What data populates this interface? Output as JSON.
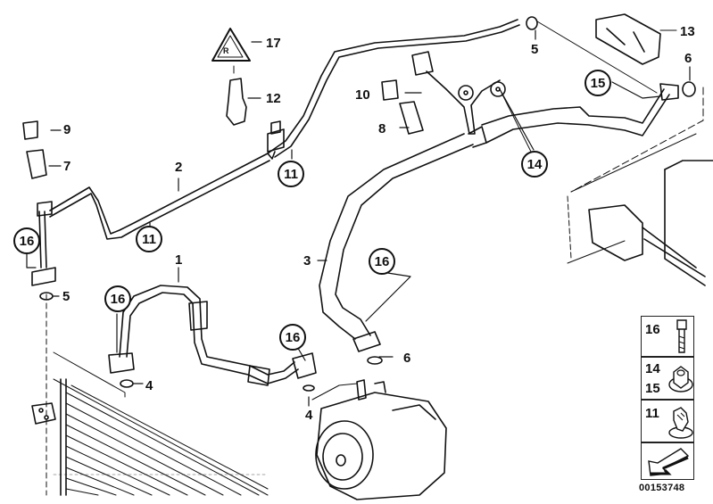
{
  "diagram": {
    "subject": "Refrigerant pipes / A/C lines parts diagram",
    "callouts": {
      "c1": "1",
      "c2": "2",
      "c3": "3",
      "c4a": "4",
      "c4b": "4",
      "c5a": "5",
      "c5b": "5",
      "c6a": "6",
      "c6b": "6",
      "c7": "7",
      "c8": "8",
      "c9": "9",
      "c10": "10",
      "c12": "12",
      "c13": "13",
      "c17": "17"
    },
    "circled_callouts": {
      "c11a": "11",
      "c11b": "11",
      "c14": "14",
      "c15": "15",
      "c16a": "16",
      "c16b": "16",
      "c16c": "16",
      "c16d": "16"
    },
    "legend": {
      "rows": [
        {
          "numbers": [
            "16"
          ],
          "icon": "bolt-icon"
        },
        {
          "numbers": [
            "14",
            "15"
          ],
          "icon": "flange-nut-icon"
        },
        {
          "numbers": [
            "11"
          ],
          "icon": "clip-nut-icon"
        },
        {
          "numbers": [],
          "icon": "arrow-icon"
        }
      ]
    },
    "part_number": "00153748"
  }
}
